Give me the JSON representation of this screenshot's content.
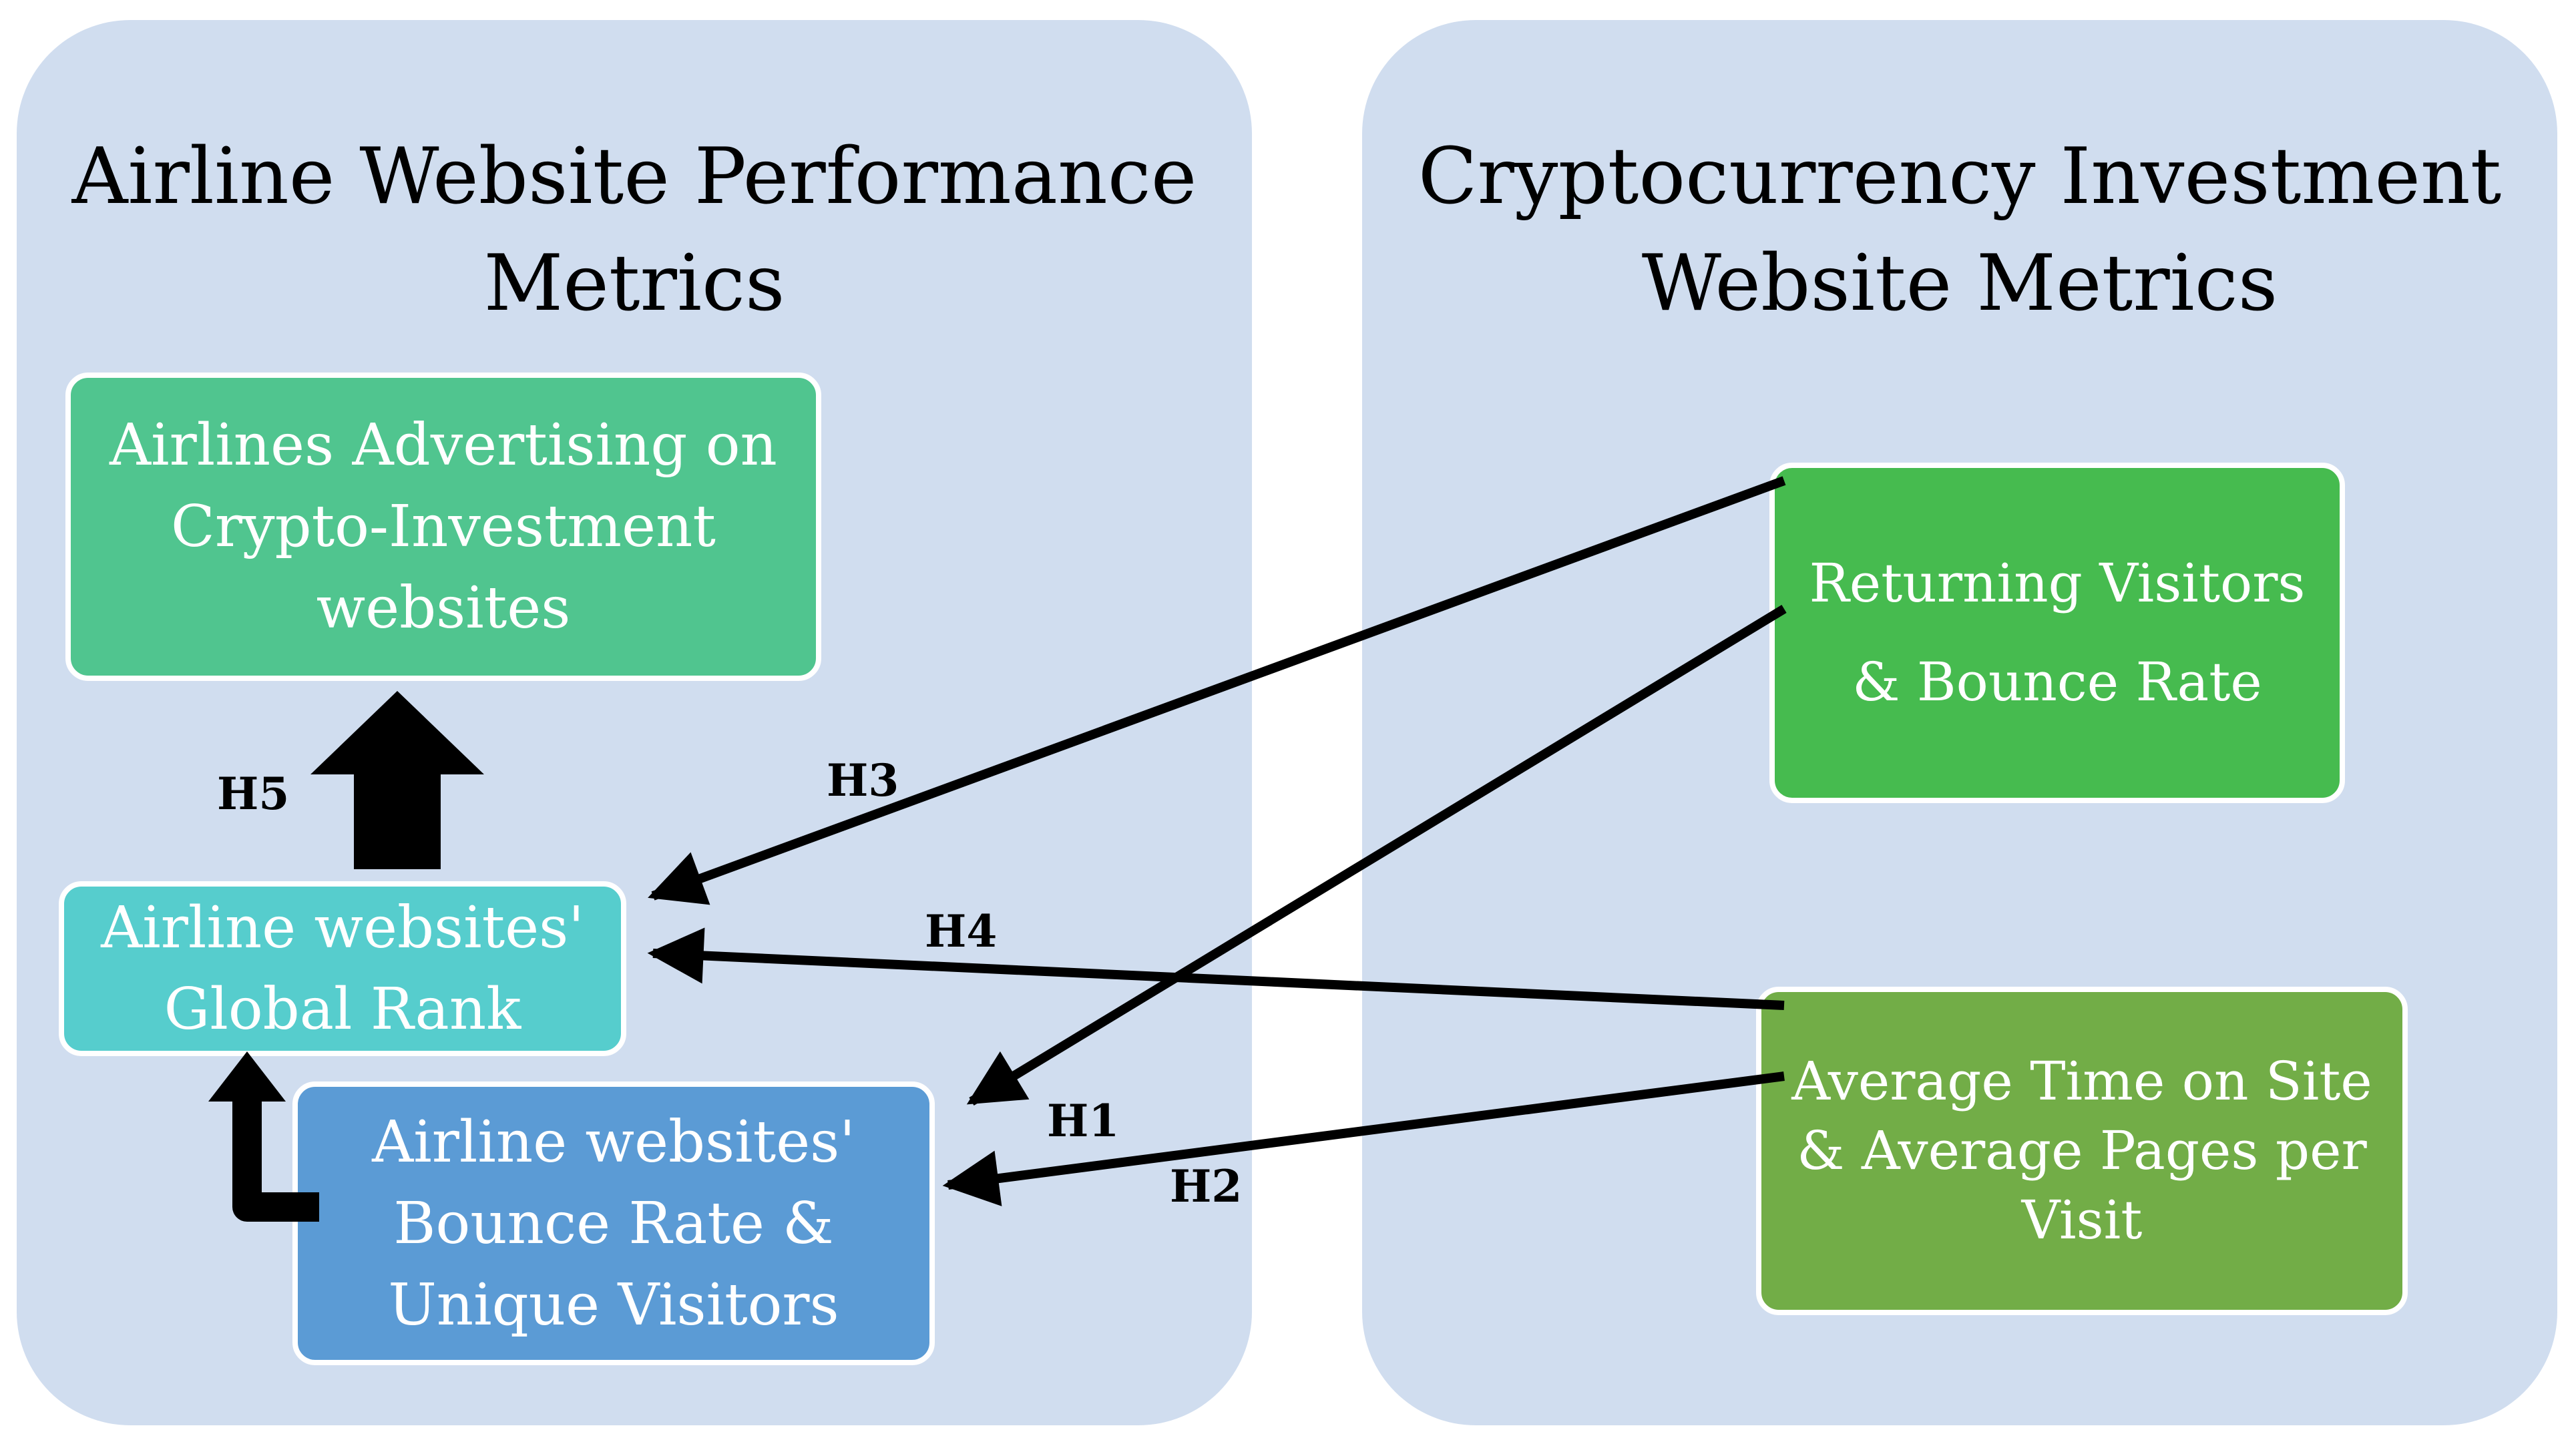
{
  "panels": {
    "left_title": "Airline Website Performance\nMetrics",
    "right_title": "Cryptocurrency Investment\nWebsite Metrics"
  },
  "nodes": {
    "ads": "Airlines Advertising on\nCrypto-Investment\nwebsites",
    "global_rank": "Airline websites'\nGlobal Rank",
    "bounce_unique": "Airline websites'\nBounce Rate &\nUnique Visitors",
    "returning_bounce": "Returning Visitors\n& Bounce Rate",
    "time_pages": "Average Time on Site\n& Average Pages per\nVisit"
  },
  "hypotheses": {
    "h1": "H1",
    "h2": "H2",
    "h3": "H3",
    "h4": "H4",
    "h5": "H5"
  },
  "colors": {
    "panel": "#d0ddef",
    "ads": "#50c58f",
    "global_rank": "#56cdcd",
    "bounce_unique": "#5b9bd5",
    "returning_bounce": "#46bb4f",
    "time_pages": "#72ad47"
  }
}
